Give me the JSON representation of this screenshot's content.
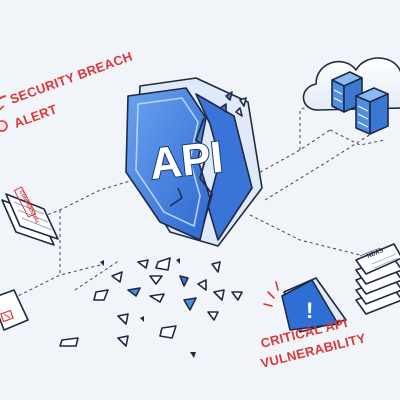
{
  "labels": {
    "security_alert_line1": "SECURITY BREACH",
    "security_alert_line2": "ALERT",
    "shield_text": "API",
    "critical_line1": "CRITICAL API",
    "critical_line2": "VULNERABILITY",
    "confidential_stamp": "CONFIDENTIAL",
    "server_docs_label": "NDAS",
    "warning_symbol": "!"
  },
  "icons": {
    "alert": "alarm-siren-icon",
    "shield": "broken-shield-icon",
    "cloud": "cloud-server-icon",
    "warning": "warning-triangle-icon",
    "documents": "document-stack-icon"
  },
  "colors": {
    "background": "#f1f5f9",
    "shield_blue": "#3f7fe0",
    "shield_dark": "#1f5bc4",
    "alert_red": "#d9383a",
    "outline": "#1f2a44",
    "server_blue": "#5b9be8"
  }
}
